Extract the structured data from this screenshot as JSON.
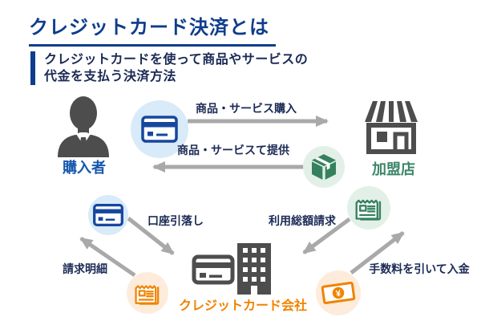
{
  "page": {
    "title": "クレジットカード決済とは",
    "subtitle_line1": "クレジットカードを使って商品やサービスの",
    "subtitle_line2": "代金を支払う決済方法"
  },
  "actors": {
    "purchaser": {
      "label": "購入者"
    },
    "merchant": {
      "label": "加盟店"
    },
    "card_company": {
      "label": "クレジットカード会社"
    }
  },
  "flows": {
    "purchase": {
      "label": "商品・サービス購入",
      "from": "purchaser",
      "to": "merchant"
    },
    "provide": {
      "label": "商品・サービスて提供",
      "from": "merchant",
      "to": "purchaser"
    },
    "debit": {
      "label": "口座引落し",
      "from": "purchaser",
      "to": "card_company"
    },
    "statement": {
      "label": "請求明細",
      "from": "card_company",
      "to": "purchaser"
    },
    "billing": {
      "label": "利用総額請求",
      "from": "merchant",
      "to": "card_company"
    },
    "deposit": {
      "label": "手数料を引いて入金",
      "from": "card_company",
      "to": "merchant"
    }
  },
  "icons": {
    "person": "person-icon",
    "store": "storefront-icon",
    "credit_card": "credit-card-icon",
    "package": "package-box-icon",
    "receipt": "billing-statement-icon",
    "money": "banknote-icon",
    "building": "office-building-icon",
    "yen_symbol": "¥"
  },
  "colors": {
    "accent_blue": "#0e3d8c",
    "navy_text": "#1b2a55",
    "purchaser_blue": "#1557ad",
    "merchant_green": "#3c8767",
    "company_orange": "#f08300",
    "icon_gray": "#4d4d4d",
    "arrow_gray": "#a9a9a9",
    "circle_blue": "#d9eaf8",
    "circle_green": "#e2f0e8",
    "circle_orange": "#fdecdc",
    "card_navy": "#16479e",
    "icon_green": "#35815d",
    "background": "#ffffff"
  }
}
